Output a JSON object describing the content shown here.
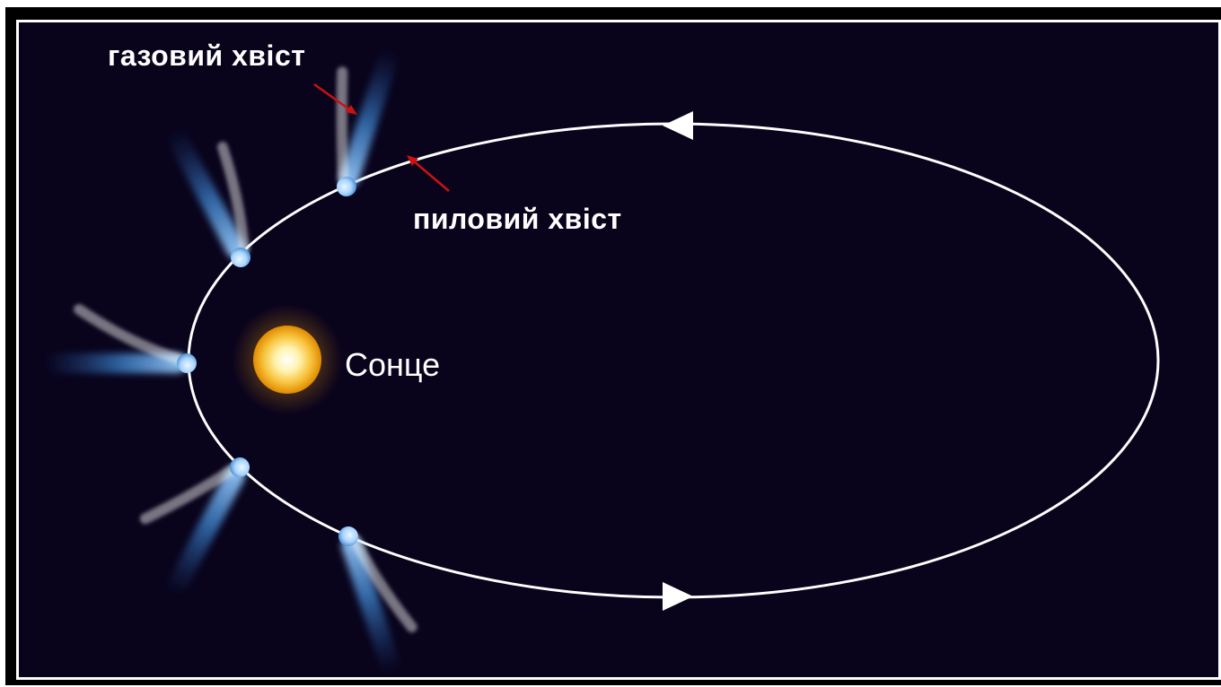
{
  "labels": {
    "gas_tail": "газовий хвіст",
    "dust_tail": "пиловий хвіст",
    "sun": "Сонце"
  },
  "colors": {
    "background": "#09031c",
    "orbit": "#ffffff",
    "gas_tail": "#4a90d9",
    "dust_tail": "#ffffff",
    "pointer_arrow": "#cc1111",
    "sun_core": "#fff6c8",
    "sun_glow": "#f2a000"
  },
  "icons": {
    "direction_markers": "triangle-arrow",
    "comet": "comet-with-two-tails"
  }
}
